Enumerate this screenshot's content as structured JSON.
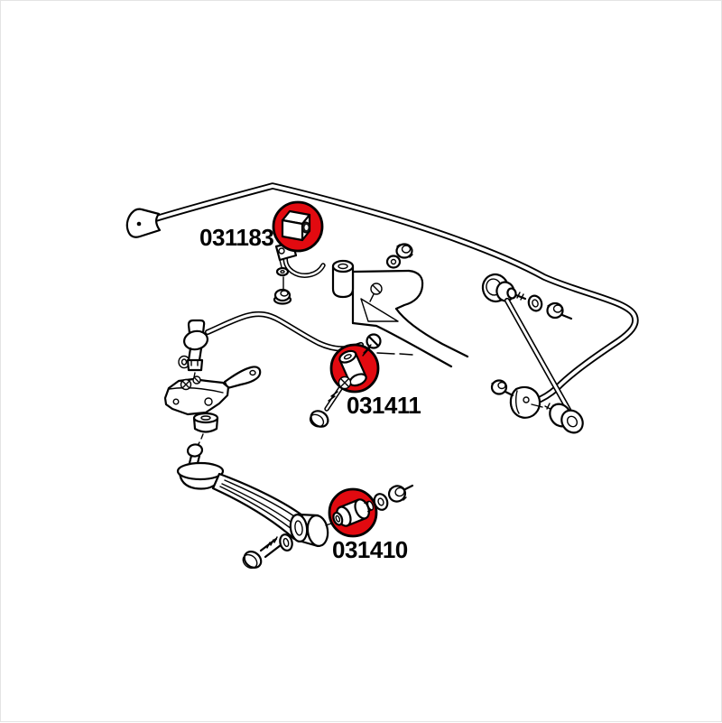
{
  "colors": {
    "background": "#ffffff",
    "line": "#000000",
    "highlight_red": "#e20a10"
  },
  "diagram": {
    "parts": [
      {
        "label": "031183"
      },
      {
        "label": "031411"
      },
      {
        "label": "031410"
      }
    ]
  }
}
